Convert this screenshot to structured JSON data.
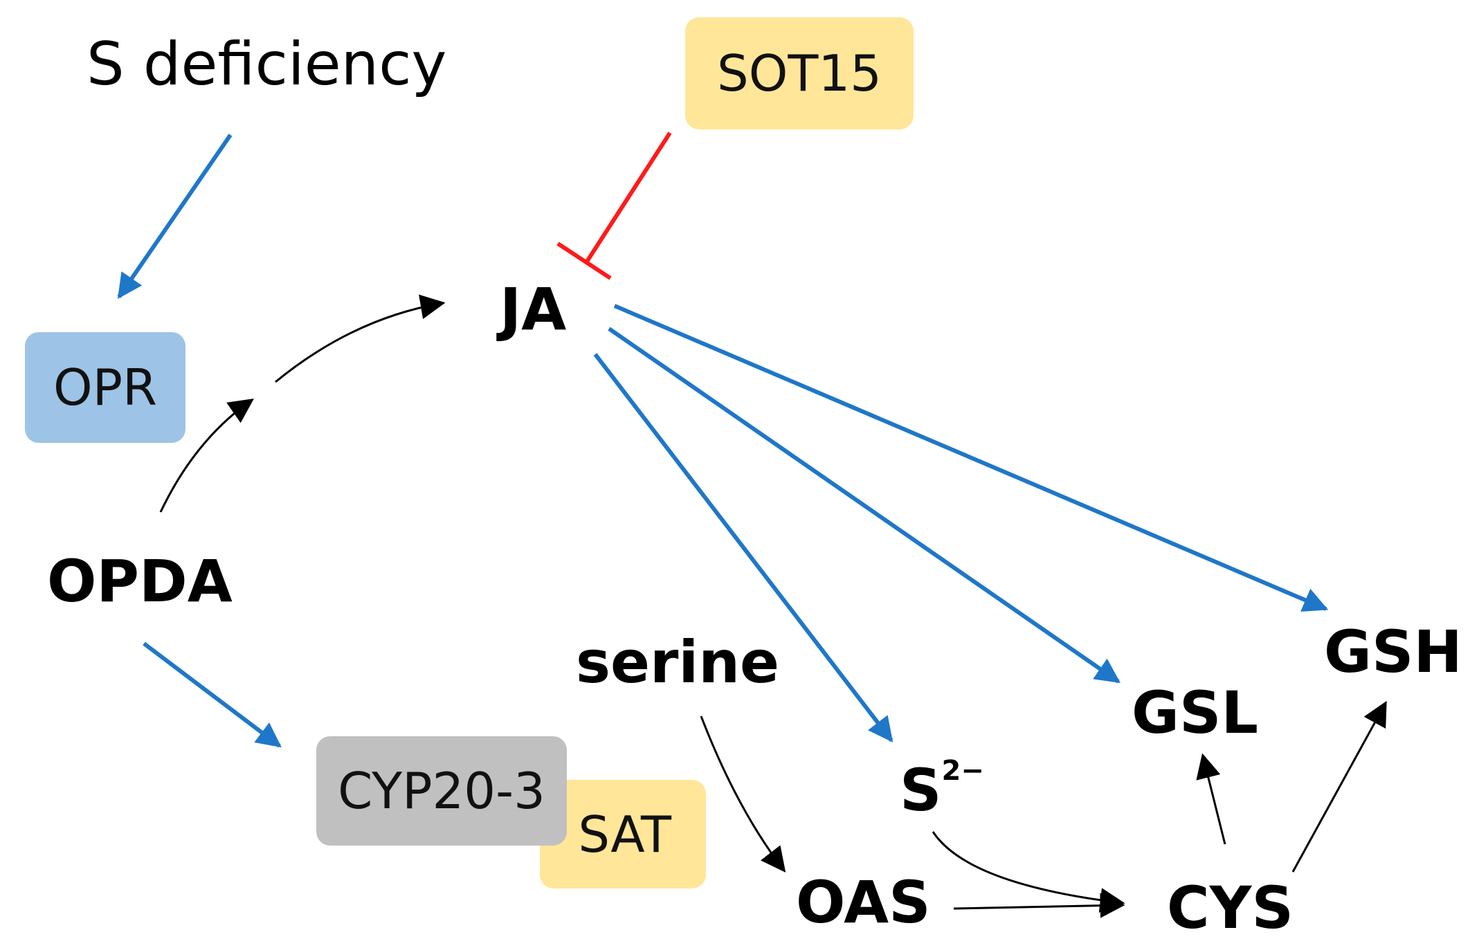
{
  "nodes": {
    "s_deficiency": "S deficiency",
    "sot15": "SOT15",
    "ja": "JA",
    "opr": "OPR",
    "opda": "OPDA",
    "serine": "serine",
    "gsh": "GSH",
    "gsl": "GSL",
    "cyp20_3": "CYP20-3",
    "sat": "SAT",
    "sulfide": "S",
    "sulfide_charge": "2−",
    "oas": "OAS",
    "cys": "CYS"
  },
  "colors": {
    "blue_arrow": "#1f77c9",
    "red_inhibit": "#ff1a1a",
    "black_arrow": "#000000",
    "opr_box": "#9dc3e6",
    "yellow_box": "#ffe699",
    "grey_box": "#c0c0c0"
  },
  "edges": [
    {
      "from": "S deficiency",
      "to": "OPR",
      "type": "activation",
      "color": "blue"
    },
    {
      "from": "SOT15",
      "to": "JA",
      "type": "inhibition",
      "color": "red"
    },
    {
      "from": "OPDA",
      "to": "JA",
      "type": "conversion",
      "color": "black"
    },
    {
      "from": "OPDA",
      "to": "CYP20-3",
      "type": "activation",
      "color": "blue"
    },
    {
      "from": "JA",
      "to": "S2-",
      "type": "activation",
      "color": "blue"
    },
    {
      "from": "JA",
      "to": "GSL",
      "type": "activation",
      "color": "blue"
    },
    {
      "from": "JA",
      "to": "GSH",
      "type": "activation",
      "color": "blue"
    },
    {
      "from": "serine",
      "to": "OAS",
      "type": "conversion",
      "color": "black"
    },
    {
      "from": "OAS",
      "to": "CYS",
      "type": "conversion",
      "color": "black"
    },
    {
      "from": "S2-",
      "to": "CYS",
      "type": "conversion",
      "color": "black"
    },
    {
      "from": "CYS",
      "to": "GSL",
      "type": "conversion",
      "color": "black"
    },
    {
      "from": "CYS",
      "to": "GSH",
      "type": "conversion",
      "color": "black"
    }
  ]
}
